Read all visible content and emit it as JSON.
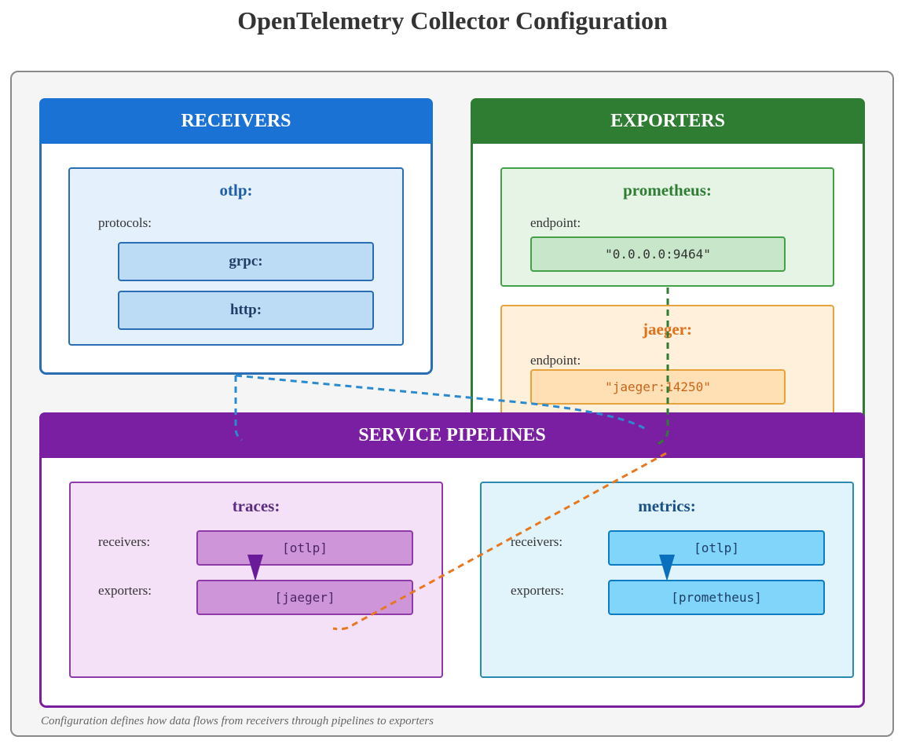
{
  "title": "OpenTelemetry Collector Configuration",
  "receivers": {
    "header": "RECEIVERS",
    "otlp": {
      "name": "otlp:",
      "protocols_label": "protocols:",
      "protocols": [
        "grpc:",
        "http:"
      ]
    }
  },
  "exporters": {
    "header": "EXPORTERS",
    "prometheus": {
      "name": "prometheus:",
      "endpoint_label": "endpoint:",
      "endpoint": "\"0.0.0.0:9464\""
    },
    "jaeger": {
      "name": "jaeger:",
      "endpoint_label": "endpoint:",
      "endpoint": "\"jaeger:14250\""
    }
  },
  "service": {
    "header": "SERVICE PIPELINES",
    "traces": {
      "name": "traces:",
      "receivers_label": "receivers:",
      "exporters_label": "exporters:",
      "receivers": "[otlp]",
      "exporters": "[jaeger]"
    },
    "metrics": {
      "name": "metrics:",
      "receivers_label": "receivers:",
      "exporters_label": "exporters:",
      "receivers": "[otlp]",
      "exporters": "[prometheus]"
    }
  },
  "footer": "Configuration defines how data flows from receivers through pipelines to exporters",
  "colors": {
    "receivers": "#1a73d4",
    "exporters": "#2e7d32",
    "service": "#7b1fa2",
    "jaeger": "#e8771e",
    "metrics": "#0b7cc4"
  }
}
